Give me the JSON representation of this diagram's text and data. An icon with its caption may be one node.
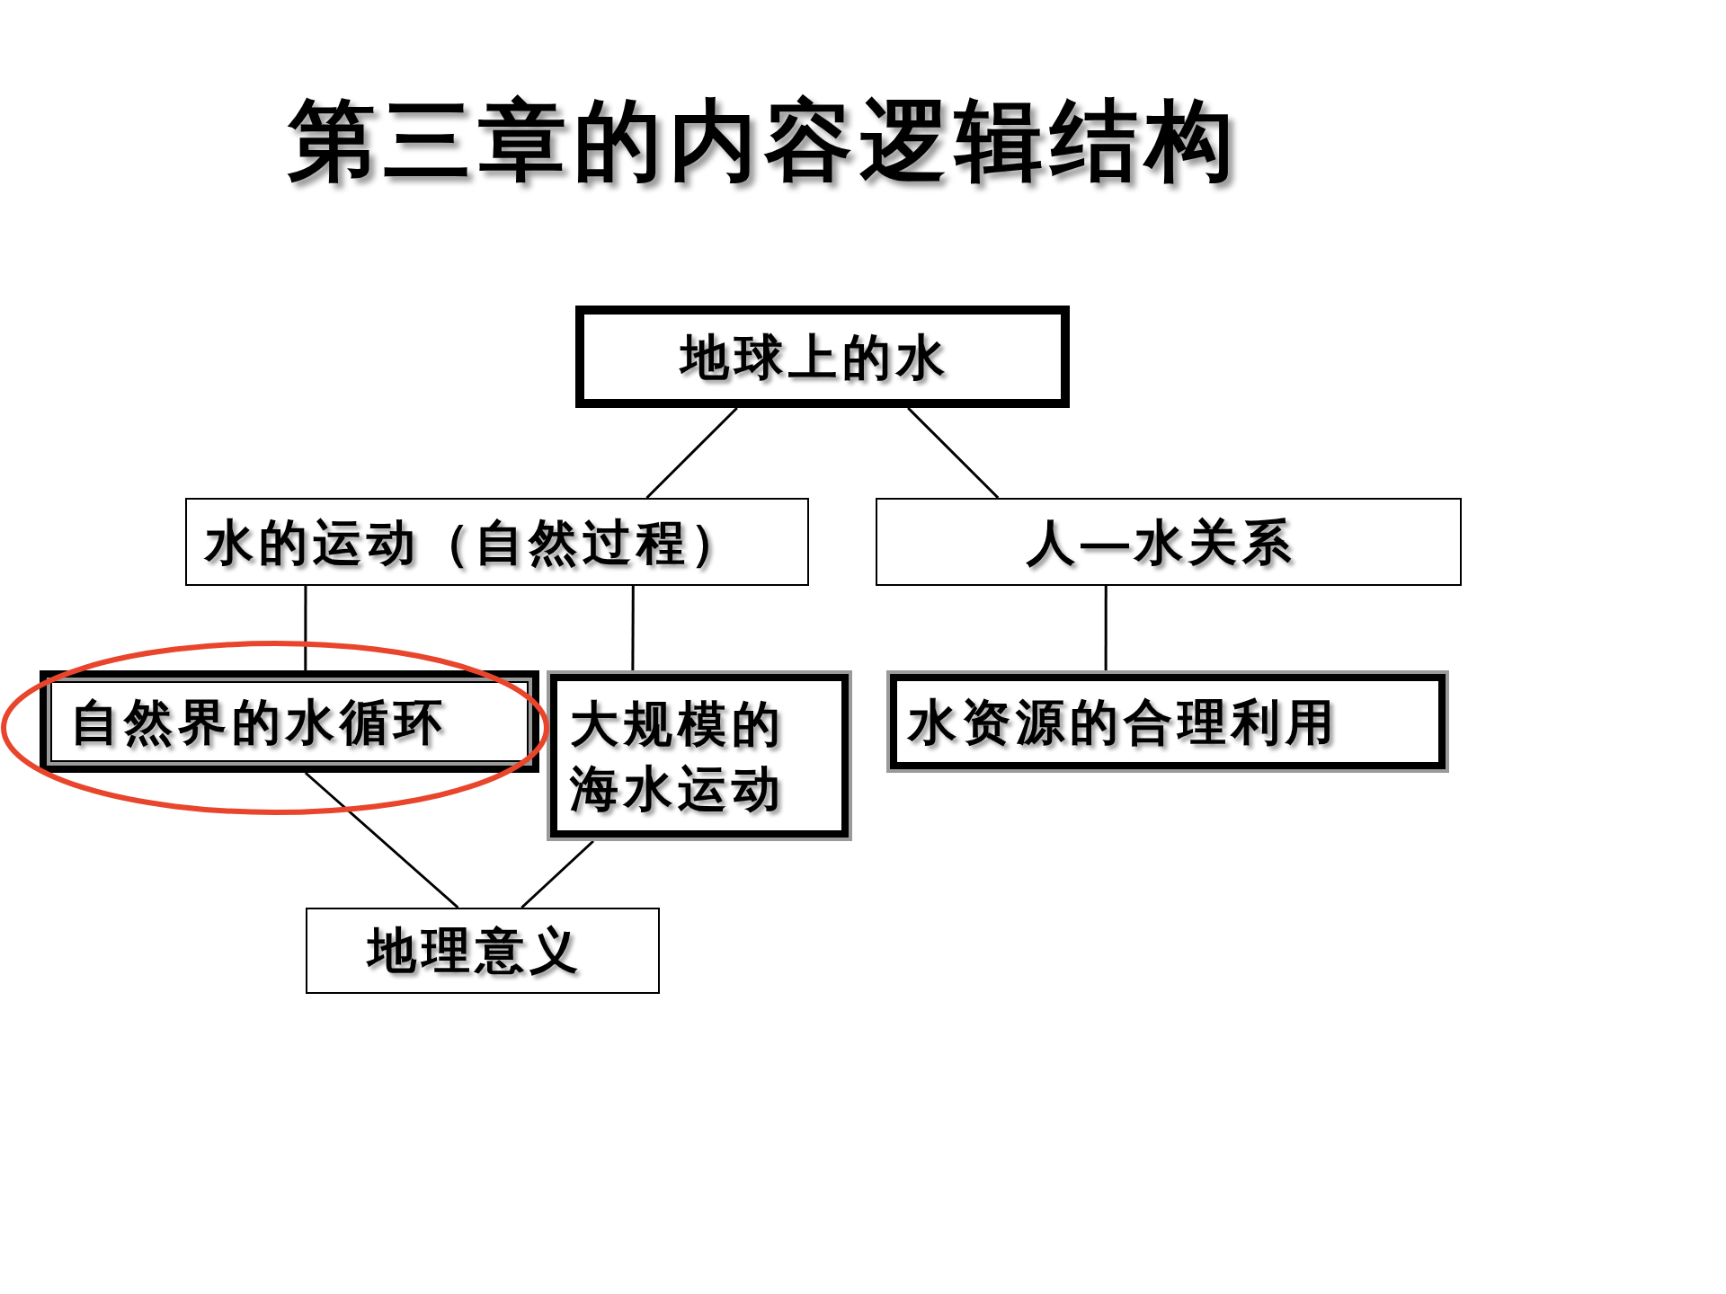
{
  "diagram": {
    "title": "第三章的内容逻辑结构",
    "nodes": [
      {
        "text": [
          "地球上的水"
        ]
      },
      {
        "text": [
          "水的运动（自然过程）"
        ]
      },
      {
        "text": [
          "人—水关系"
        ]
      },
      {
        "text": [
          "自然界的水循环"
        ]
      },
      {
        "text": [
          "大规模的海水运动"
        ]
      },
      {
        "text": [
          "水资源的合理利用"
        ]
      },
      {
        "text": [
          "地理意义"
        ]
      }
    ],
    "edges": [
      {
        "from": 0,
        "to": 1,
        "arrow": "none"
      },
      {
        "from": 0,
        "to": 2,
        "arrow": "none"
      },
      {
        "from": 1,
        "to": 3,
        "arrow": "none"
      },
      {
        "from": 1,
        "to": 4,
        "arrow": "none"
      },
      {
        "from": 2,
        "to": 5,
        "arrow": "none"
      },
      {
        "from": 3,
        "to": 6,
        "arrow": "none"
      },
      {
        "from": 4,
        "to": 6,
        "arrow": "none"
      }
    ]
  }
}
